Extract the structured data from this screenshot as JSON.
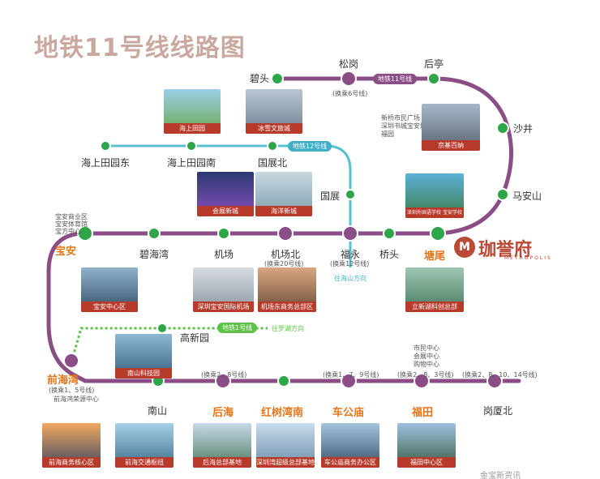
{
  "title": "地铁11号线线路图",
  "colors": {
    "line11": "#8a4d86",
    "line12": "#57c1cf",
    "line1": "#5fc04a",
    "station_green": "#2fa54a",
    "accent_orange": "#e3761a",
    "caption_red": "#b83a2a"
  },
  "line_tags": {
    "line11": "地铁11号线",
    "line12": "地铁12号线",
    "line1": "地铁1号线",
    "yiyong_dir": "往海山方向",
    "luohu_dir": "往罗湖方向"
  },
  "stations": {
    "bitou": "碧头",
    "songgang": "松岗",
    "songgang_transfer": "(换乘6号线)",
    "houting": "后亭",
    "shajing": "沙井",
    "maanshan": "马安山",
    "tangwei": "塘尾",
    "qiaotou": "桥头",
    "fuyong": "福永",
    "fuyong_transfer": "(换乘12号线)",
    "jichangbei": "机场北",
    "jichangbei_transfer": "(换乘20号线)",
    "jichang": "机场",
    "bihaiwan": "碧海湾",
    "baoan": "宝安",
    "qianhaiwan": "前海湾",
    "qianhaiwan_transfer": "(换乘1、5号线)",
    "nanshan": "南山",
    "houhai": "后海",
    "houhai_transfer": "(换乘2、8号线)",
    "hongshuwannan": "红树湾南",
    "chegongmiao": "车公庙",
    "chegongmiao_transfer": "(换乘1、7、9号线)",
    "futian": "福田",
    "futian_transfer": "(换乘2、8、3号线)",
    "gangshabei": "岗厦北",
    "gangshabei_transfer": "(换乘2、8、10、14号线)",
    "haishangtianyuandong": "海上田园东",
    "haishangtianyuannan": "海上田园南",
    "guozhanbei": "国展北",
    "guozhan": "国展",
    "gaoxinyuan": "高新园"
  },
  "photos": {
    "haishangtianyuan": "海上田园",
    "bingxue": "冰雪文旅城",
    "jingji": "京基百纳",
    "huizhan": "会展新城",
    "haiyang": "海洋新城",
    "guojixuexiao": "深圳外国语学校 宝安学校",
    "baoanzhongxin": "宝安中心区",
    "jichangphoto": "深圳宝安国际机场",
    "jichangdong": "机场东商务总部区",
    "lixin": "立新湖科创总部",
    "nanshankeji": "南山科技园",
    "qianhaishangwu": "前海商务核心区",
    "qianhaijiaotong": "前海交通枢纽",
    "houhaizongbu": "后海总部基地",
    "shenzhenwan": "深圳湾超级总部基地",
    "chegongmiaophoto": "车公庙商务办公区",
    "futianzhongxin": "福田中心区"
  },
  "notes": {
    "shajing_notes": [
      "新桥市民广场",
      "深圳书城宝安城",
      "福园"
    ],
    "baoan_notes": [
      "宝安商业区",
      "宝安体育馆",
      "宝方中心"
    ],
    "qianhai_note": "前海鸿荣源中心",
    "futian_notes": [
      "市民中心",
      "会展中心",
      "购物中心"
    ]
  },
  "brand": {
    "name": "珈誉府",
    "sub": "METROPOLIS",
    "mark": "M"
  },
  "watermark": "金宝新资讯"
}
